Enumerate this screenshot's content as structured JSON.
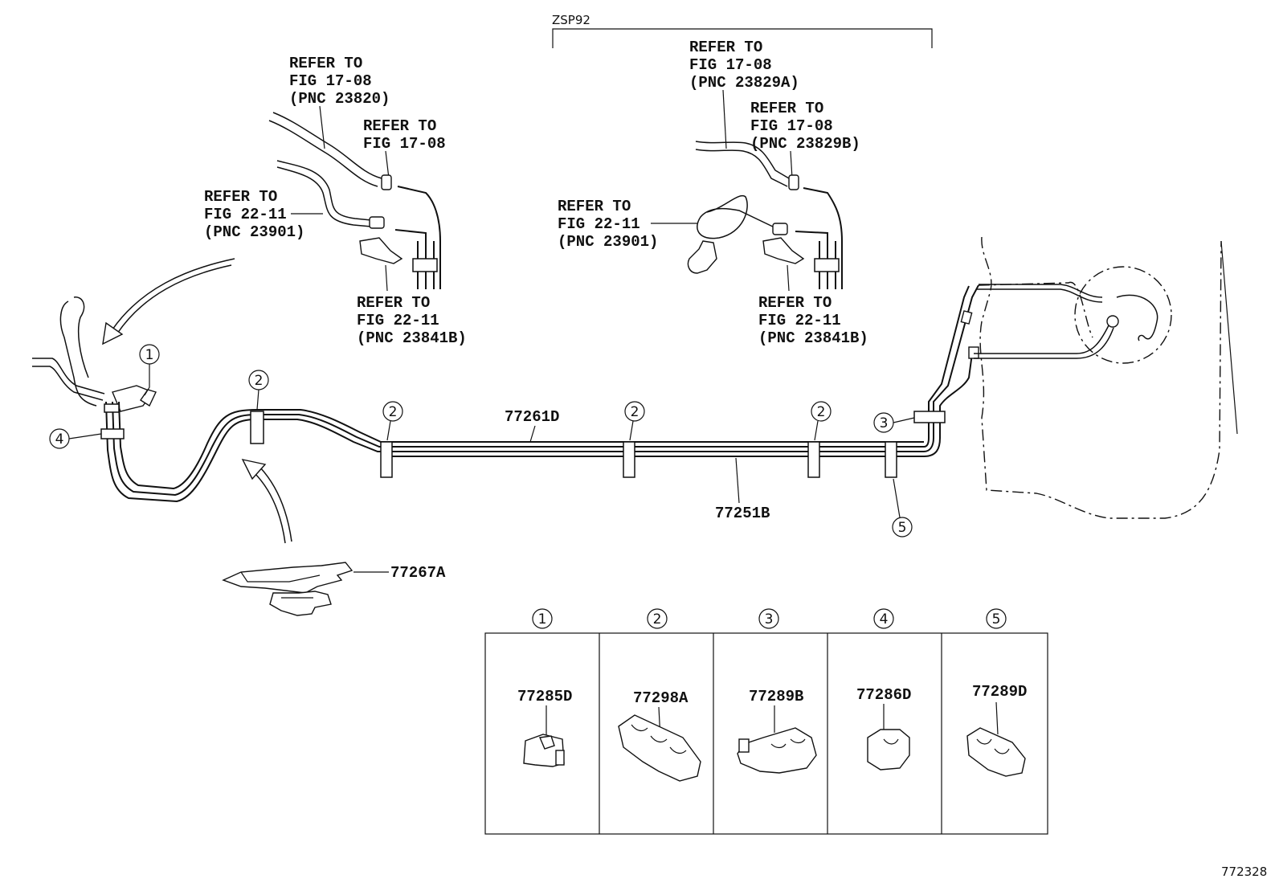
{
  "variant": {
    "label": "ZSP92"
  },
  "refs": [
    {
      "id": "ref-fig17-08-23820",
      "lines": [
        "REFER TO",
        "FIG 17-08",
        "(PNC 23820)"
      ]
    },
    {
      "id": "ref-fig17-08-left",
      "lines": [
        "REFER TO",
        "FIG 17-08"
      ]
    },
    {
      "id": "ref-fig22-11-23901-left",
      "lines": [
        "REFER TO",
        "FIG 22-11",
        "(PNC 23901)"
      ]
    },
    {
      "id": "ref-fig22-11-23841b-left",
      "lines": [
        "REFER TO",
        "FIG 22-11",
        "(PNC 23841B)"
      ]
    },
    {
      "id": "ref-fig17-08-23829a",
      "lines": [
        "REFER TO",
        "FIG 17-08",
        "(PNC 23829A)"
      ]
    },
    {
      "id": "ref-fig17-08-23829b",
      "lines": [
        "REFER TO",
        "FIG 17-08",
        "(PNC 23829B)"
      ]
    },
    {
      "id": "ref-fig22-11-23901-right",
      "lines": [
        "REFER TO",
        "FIG 22-11",
        "(PNC 23901)"
      ]
    },
    {
      "id": "ref-fig22-11-23841b-right",
      "lines": [
        "REFER TO",
        "FIG 22-11",
        "(PNC 23841B)"
      ]
    }
  ],
  "parts": {
    "tube_upper": "77261D",
    "tube_lower": "77251B",
    "protector": "77267A"
  },
  "callouts": [
    "1",
    "2",
    "3",
    "4",
    "5"
  ],
  "clamp_table": [
    {
      "number": "1",
      "part": "77285D"
    },
    {
      "number": "2",
      "part": "77298A"
    },
    {
      "number": "3",
      "part": "77289B"
    },
    {
      "number": "4",
      "part": "77286D"
    },
    {
      "number": "5",
      "part": "77289D"
    }
  ],
  "figure_id": "772328"
}
